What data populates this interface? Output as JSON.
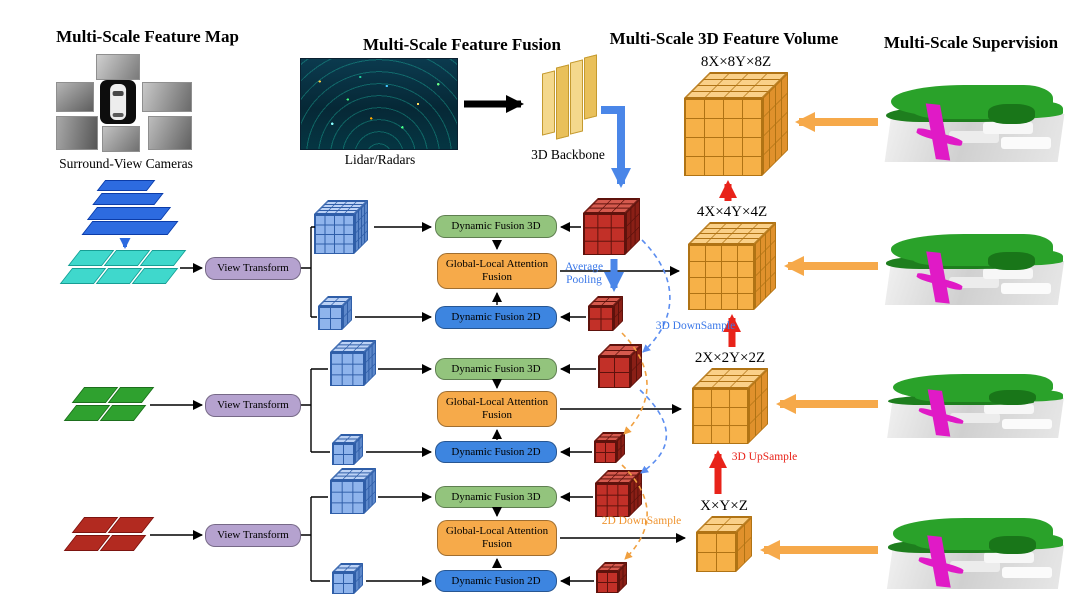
{
  "headers": {
    "feature_map": "Multi-Scale Feature Map",
    "feature_fusion": "Multi-Scale Feature Fusion",
    "feature_volume": "Multi-Scale 3D Feature Volume",
    "supervision": "Multi-Scale Supervision"
  },
  "captions": {
    "cameras": "Surround-View Cameras",
    "lidar": "Lidar/Radars",
    "backbone": "3D Backbone"
  },
  "fusion": {
    "view_transform": "View Transform",
    "dynamic_fusion_3d": "Dynamic Fusion 3D",
    "attention_fusion": "Global-Local Attention Fusion",
    "dynamic_fusion_2d": "Dynamic Fusion 2D"
  },
  "volumes": {
    "v8": "8X×8Y×8Z",
    "v4": "4X×4Y×4Z",
    "v2": "2X×2Y×2Z",
    "v1": "X×Y×Z"
  },
  "operations": {
    "average_pooling": "Average Pooling",
    "downsample_3d": "3D DownSample",
    "upsample_3d": "3D UpSample",
    "downsample_2d": "2D DownSample"
  },
  "colors": {
    "view_transform_box": "#b5a2cf",
    "dynamic_fusion_3d_box": "#93c47d",
    "attention_fusion_box": "#f6aa4a",
    "dynamic_fusion_2d_box": "#3d85e0",
    "volume_cube": "#f6b148",
    "feature_cube_blue": "#8fb4ec",
    "feature_cube_red": "#c23028",
    "arrow_red": "#e8231a",
    "arrow_blue": "#4a86e8",
    "arrow_orange": "#f6a94a",
    "tile_cyan": "#3fd8cc",
    "tile_green": "#2fa12f",
    "tile_red": "#b22a20"
  }
}
